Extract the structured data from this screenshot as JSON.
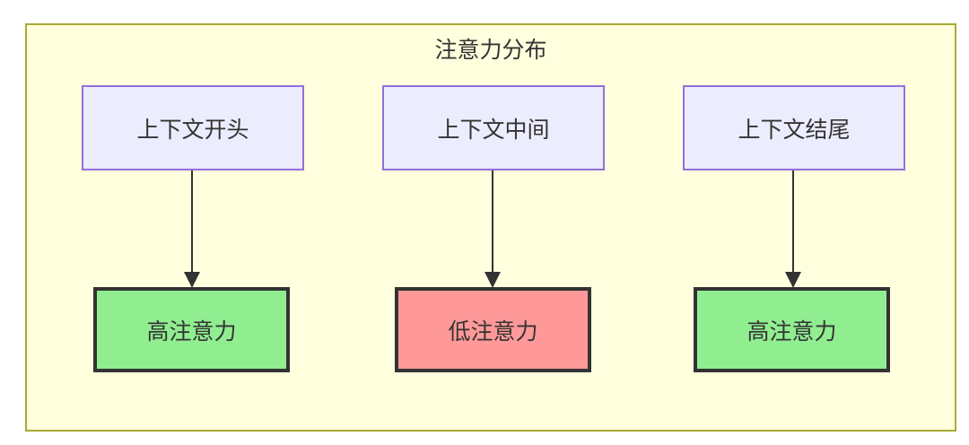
{
  "diagram": {
    "title": "注意力分布",
    "top_nodes": [
      {
        "id": "context-start",
        "label": "上下文开头"
      },
      {
        "id": "context-middle",
        "label": "上下文中间"
      },
      {
        "id": "context-end",
        "label": "上下文结尾"
      }
    ],
    "bottom_nodes": [
      {
        "id": "high-attention-1",
        "label": "高注意力",
        "level": "high"
      },
      {
        "id": "low-attention",
        "label": "低注意力",
        "level": "low"
      },
      {
        "id": "high-attention-2",
        "label": "高注意力",
        "level": "high"
      }
    ],
    "edges": [
      {
        "from": "上下文开头",
        "to": "高注意力"
      },
      {
        "from": "上下文中间",
        "to": "低注意力"
      },
      {
        "from": "上下文结尾",
        "to": "高注意力"
      }
    ]
  },
  "colors": {
    "cluster_fill": "#ffffde",
    "cluster_border": "#aaaa33",
    "node_fill": "#ececff",
    "node_border": "#9370db",
    "high_fill": "#90ee90",
    "low_fill": "#ff9999",
    "strong_border": "#333333",
    "edge_color": "#333333",
    "text_color": "#333333"
  }
}
